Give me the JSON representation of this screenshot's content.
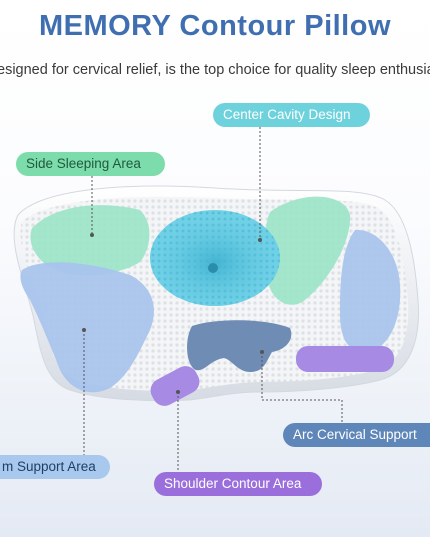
{
  "header": {
    "title": "MEMORY Contour Pillow",
    "subtitle": "esigned for cervical relief, is the top choice for quality sleep enthusias"
  },
  "labels": {
    "center_cavity": "Center Cavity Design",
    "side_sleeping": "Side Sleeping Area",
    "arc_cervical": "Arc Cervical Support",
    "arm_support": "m Support Area",
    "shoulder_contour": "Shoulder Contour Area"
  },
  "colors": {
    "title": "#3f6fb1",
    "center_cavity": "#6ed2dd",
    "side_sleeping": "#7ddcab",
    "arc_cervical": "#5f86b8",
    "arm_support": "#a8c8ee",
    "shoulder_contour": "#9a6fdc"
  }
}
